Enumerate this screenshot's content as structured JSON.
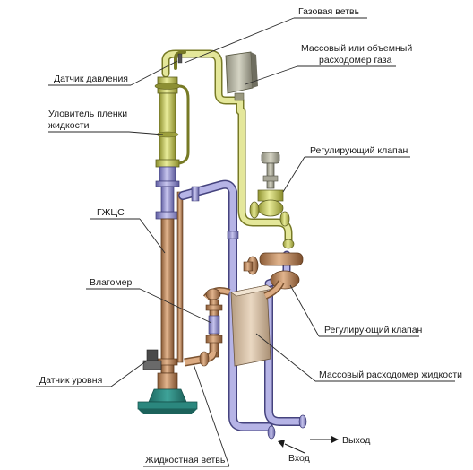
{
  "labels": {
    "gas_branch": "Газовая ветвь",
    "flowmeter_gas_1": "Массовый или объемный",
    "flowmeter_gas_2": "расходомер газа",
    "pressure_sensor": "Датчик давления",
    "film_catcher_1": "Уловитель пленки",
    "film_catcher_2": "жидкости",
    "control_valve_top": "Регулирующий клапан",
    "gzhcs": "ГЖЦС",
    "moisture_meter": "Влагомер",
    "control_valve_bottom": "Регулирующий клапан",
    "liquid_flowmeter": "Массовый расходомер жидкости",
    "level_sensor": "Датчик уровня",
    "outlet": "Выход",
    "inlet": "Вход",
    "liquid_branch": "Жидкостная ветвь"
  },
  "colors": {
    "gas_pipe": "#d9dc7a",
    "liquid_pipe": "#a6a3d6",
    "column_copper": "#c9956b",
    "base_teal": "#2f8f86",
    "meter_body": "#d8c2a8"
  }
}
